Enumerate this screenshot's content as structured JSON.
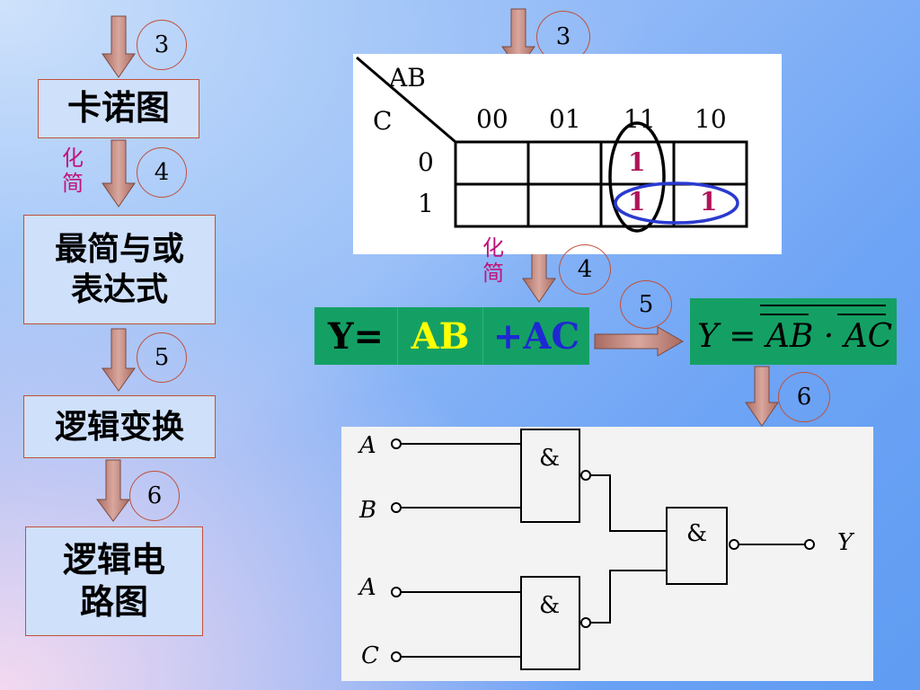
{
  "flow": {
    "kmap": "卡诺图",
    "simplest_sop": "最简与或\n表达式",
    "logic_transform": "逻辑变换",
    "logic_circuit": "逻辑电\n路图",
    "simplify_label": "化\n简"
  },
  "step_numbers": {
    "three": "3",
    "four": "4",
    "five": "5",
    "six": "6"
  },
  "kmap": {
    "var_ab": "AB",
    "var_c": "C",
    "col_headers": [
      "00",
      "01",
      "11",
      "10"
    ],
    "row_headers": [
      "0",
      "1"
    ],
    "cells": [
      [
        "",
        "",
        "1",
        ""
      ],
      [
        "",
        "",
        "1",
        "1"
      ]
    ]
  },
  "expression": {
    "y_eq": "Y=",
    "term_ab": "AB",
    "term_ac": "+AC"
  },
  "nand_expression": {
    "text": "Y = AB · AC"
  },
  "circuit": {
    "inputs": [
      "A",
      "B",
      "A",
      "C"
    ],
    "gate_symbol": "&",
    "output": "Y"
  },
  "colors": {
    "expr_bg": "#14a064",
    "term_ab": "#ffff00",
    "term_ac": "#1e28d2",
    "kmap_one": "#b0145a",
    "label_magenta": "#c0147a",
    "arrow_fill": "#c98a80",
    "circle_border": "#c0503a"
  }
}
